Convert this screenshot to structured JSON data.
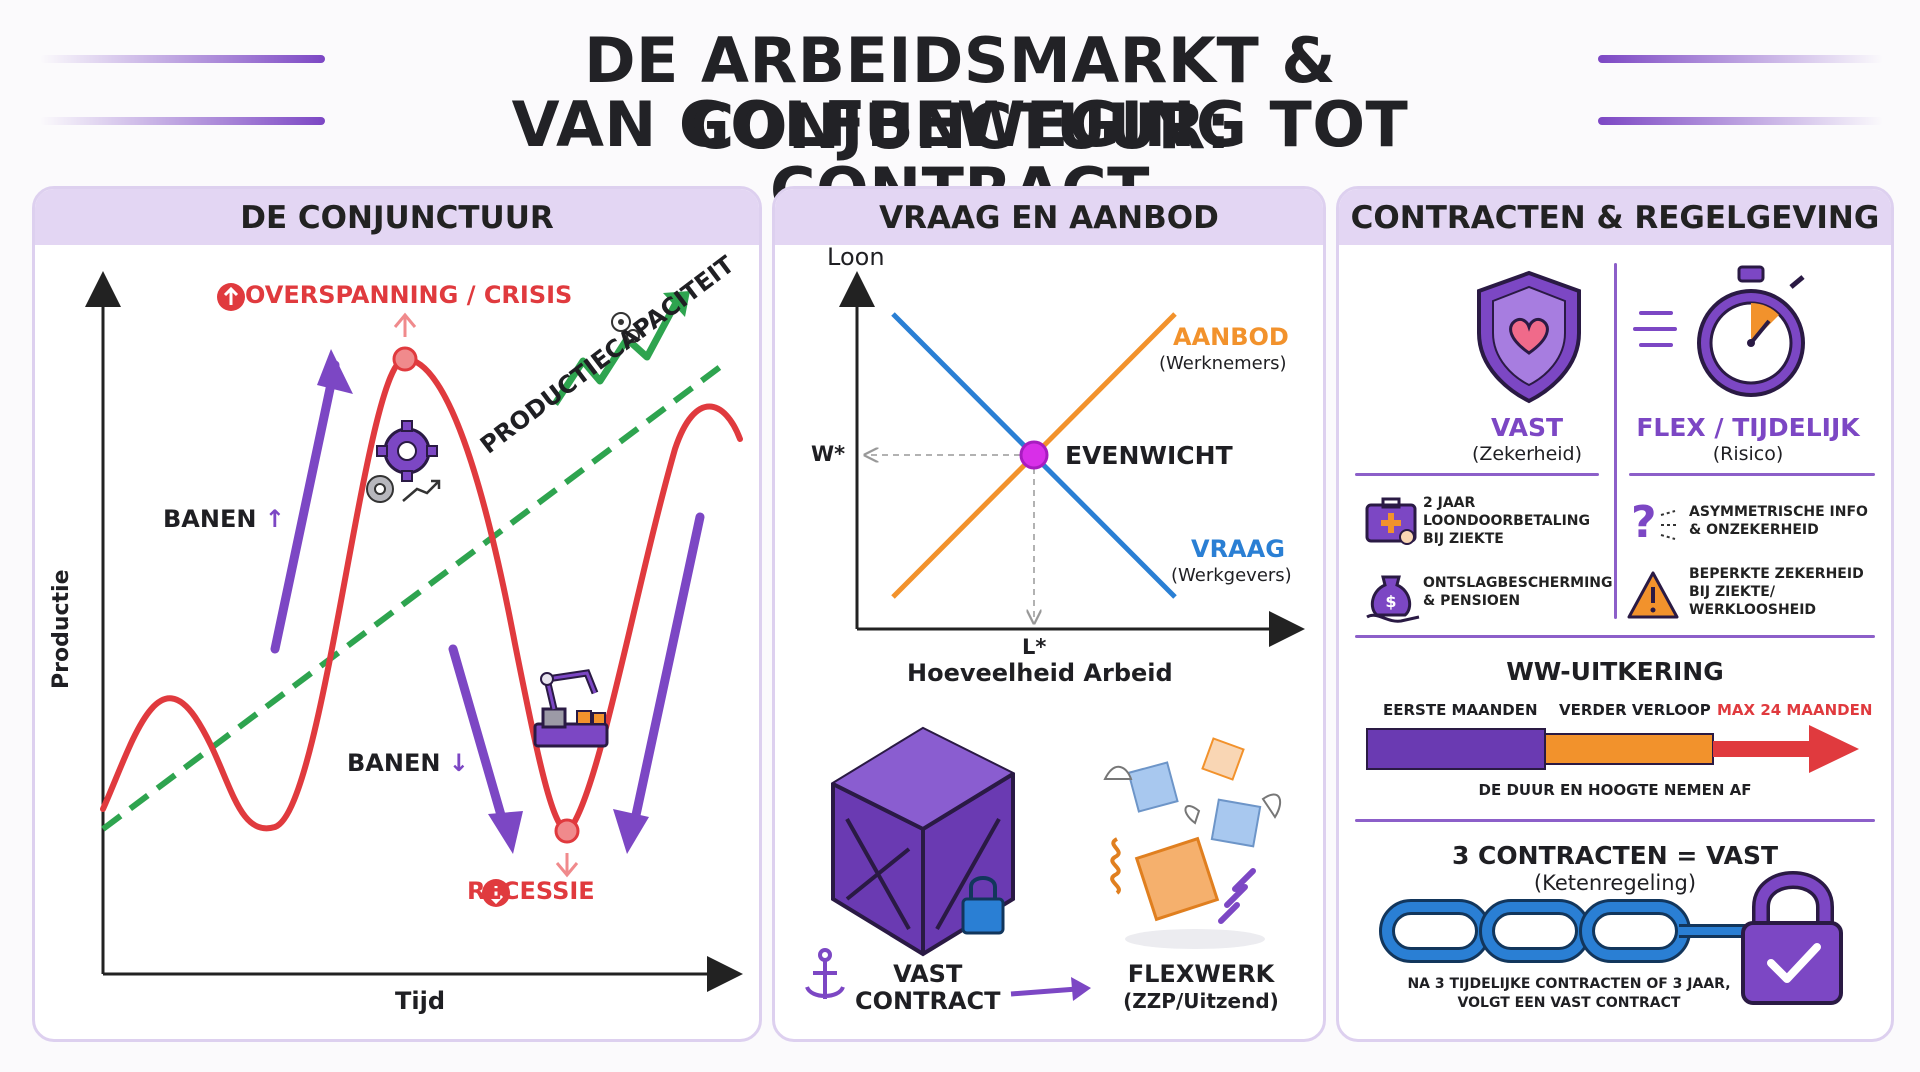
{
  "title": {
    "line1": "DE ARBEIDSMARKT & CONJUNCTUUR:",
    "line2": "VAN GOLFBEWEGING TOT CONTRACT"
  },
  "colors": {
    "accent_purple": "#7c47c4",
    "cycle_red": "#e03a3e",
    "capacity_green": "#2ea44f",
    "supply_orange": "#f2922c",
    "demand_blue": "#2a7fd4",
    "panel_header": "#e3d6f3"
  },
  "conjunctuur": {
    "heading": "DE CONJUNCTUUR",
    "ylabel": "Productie",
    "xlabel": "Tijd",
    "peak_label": "OVERSPANNING / CRISIS",
    "trough_label": "RECESSIE",
    "jobs_up": "BANEN",
    "jobs_down": "BANEN",
    "capacity_label": "PRODUCTIECAPACITEIT",
    "icons": [
      "gear-icon",
      "robot-arm-icon",
      "arrow-up-icon",
      "arrow-down-icon"
    ]
  },
  "vraag_aanbod": {
    "heading": "VRAAG EN AANBOD",
    "ylabel": "Loon",
    "xlabel": "Hoeveelheid Arbeid",
    "w_star": "W*",
    "l_star": "L*",
    "supply_label": "AANBOD",
    "supply_sub": "(Werknemers)",
    "demand_label": "VRAAG",
    "demand_sub": "(Werkgevers)",
    "equilibrium_label": "EVENWICHT",
    "vast_contract": [
      "VAST",
      "CONTRACT"
    ],
    "flexwerk": [
      "FLEXWERK",
      "(ZZP/Uitzend)"
    ]
  },
  "contracten": {
    "heading": "CONTRACTEN & REGELGEVING",
    "vast_title": "VAST",
    "vast_sub": "(Zekerheid)",
    "flex_title": "FLEX / TIJDELIJK",
    "flex_sub": "(Risico)",
    "vast_items": [
      {
        "icon": "medical-bag-icon",
        "text": [
          "2 JAAR",
          "LOONDOORBETALING",
          "BIJ ZIEKTE"
        ]
      },
      {
        "icon": "money-bag-hand-icon",
        "text": [
          "ONTSLAGBESCHERMING",
          "& PENSIOEN"
        ]
      }
    ],
    "flex_items": [
      {
        "icon": "question-icon",
        "text": [
          "ASYMMETRISCHE INFO",
          "& ONZEKERHEID"
        ]
      },
      {
        "icon": "warning-icon",
        "text": [
          "BEPERKTE ZEKERHEID",
          "BIJ ZIEKTE/",
          "WERKLOOSHEID"
        ]
      }
    ],
    "ww_title": "WW-UITKERING",
    "ww_phases": [
      "EERSTE MAANDEN",
      "VERDER VERLOOP",
      "MAX 24 MAANDEN"
    ],
    "ww_note": "DE DUUR EN HOOGTE NEMEN AF",
    "keten_title": "3 CONTRACTEN = VAST",
    "keten_sub": "(Ketenregeling)",
    "keten_note": [
      "NA 3 TIJDELIJKE CONTRACTEN OF 3 JAAR,",
      "VOLGT EEN VAST CONTRACT"
    ]
  }
}
